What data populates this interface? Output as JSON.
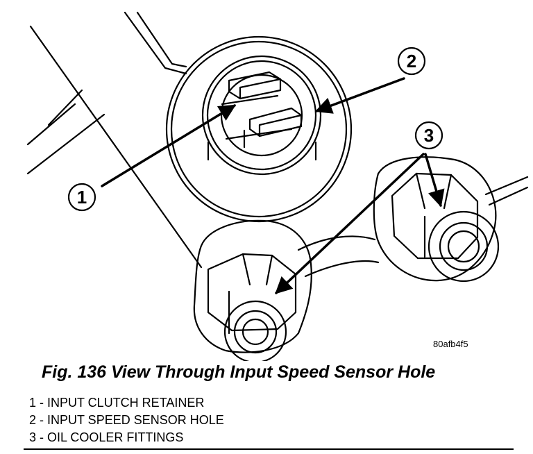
{
  "figure": {
    "image_id": "80afb4f5",
    "caption": "Fig. 136 View Through Input Speed Sensor Hole",
    "callouts": [
      "1",
      "2",
      "3"
    ]
  },
  "legend": [
    {
      "number": "1",
      "text": "1 - INPUT CLUTCH RETAINER"
    },
    {
      "number": "2",
      "text": "2 - INPUT SPEED SENSOR HOLE"
    },
    {
      "number": "3",
      "text": "3 - OIL COOLER FITTINGS"
    }
  ],
  "colors": {
    "ink": "#000000",
    "paper": "#ffffff"
  }
}
